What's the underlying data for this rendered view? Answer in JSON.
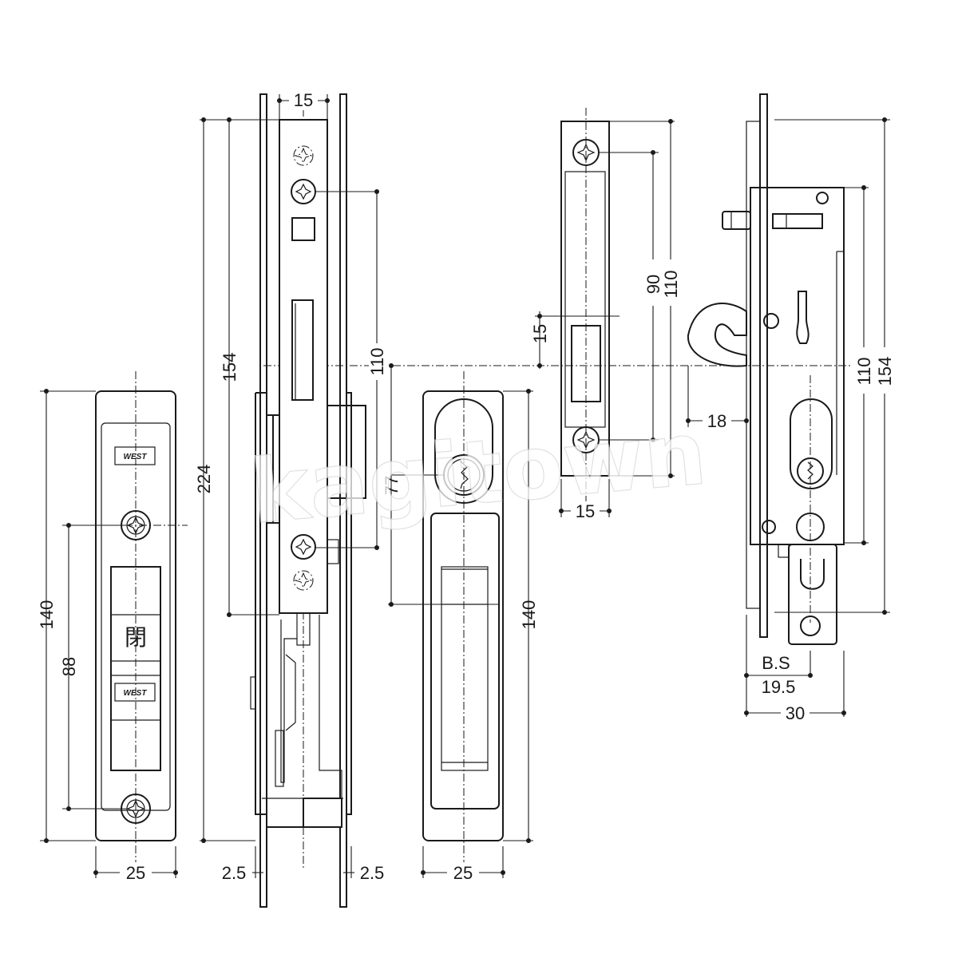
{
  "watermark": "kagitown",
  "brand": "WEST",
  "indicator_text": "閉",
  "dimensions": {
    "height_140_left": "140",
    "pitch_88": "88",
    "width_25_left": "25",
    "height_224": "224",
    "height_154_center": "154",
    "pitch_110_center": "110",
    "width_15_top": "15",
    "offset_2_5_left": "2.5",
    "offset_2_5_right": "2.5",
    "height_77": "77",
    "height_140_pull": "140",
    "width_25_pull": "25",
    "strike_90": "90",
    "strike_110": "110",
    "strike_15_slot": "15",
    "strike_width_15": "15",
    "hook_18": "18",
    "body_110": "110",
    "body_154": "154",
    "bs_label": "B.S",
    "bs_19_5": "19.5",
    "depth_30": "30"
  }
}
